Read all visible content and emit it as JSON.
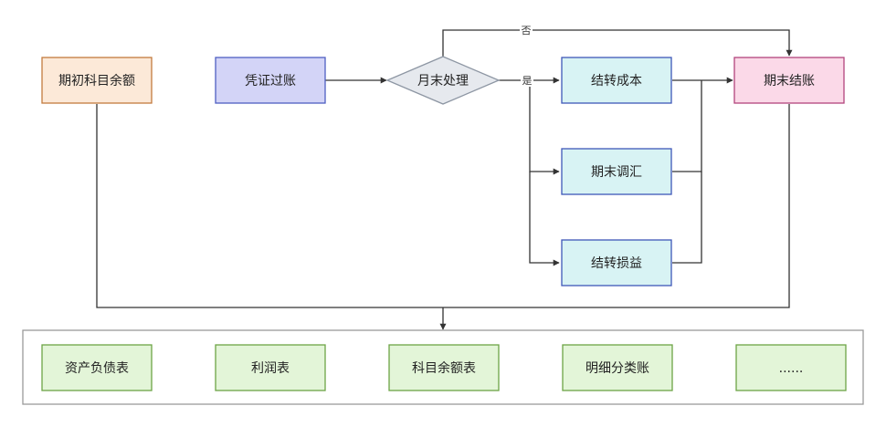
{
  "nodes": {
    "opening_balance": {
      "label": "期初科目余额",
      "fill": "#fce9d8",
      "stroke": "#c27b3e"
    },
    "voucher_posting": {
      "label": "凭证过账",
      "fill": "#d3d4f7",
      "stroke": "#4f5fc2"
    },
    "month_end": {
      "label": "月末处理",
      "fill": "#e6e9ee",
      "stroke": "#8d96a3"
    },
    "transfer_cost": {
      "label": "结转成本",
      "fill": "#d8f3f4",
      "stroke": "#3f57b8"
    },
    "period_adjust": {
      "label": "期末调汇",
      "fill": "#d8f3f4",
      "stroke": "#3f57b8"
    },
    "transfer_pl": {
      "label": "结转损益",
      "fill": "#d8f3f4",
      "stroke": "#3f57b8"
    },
    "period_close": {
      "label": "期末结账",
      "fill": "#fbd9e8",
      "stroke": "#b2447d"
    }
  },
  "reports": {
    "items": [
      {
        "label": "资产负债表"
      },
      {
        "label": "利润表"
      },
      {
        "label": "科目余额表"
      },
      {
        "label": "明细分类账"
      },
      {
        "label": "......"
      }
    ],
    "fill": "#e3f5d8",
    "stroke": "#6da446",
    "container_stroke": "#9a9a9a"
  },
  "edges": {
    "no_label": "否",
    "yes_label": "是",
    "color": "#333333"
  }
}
